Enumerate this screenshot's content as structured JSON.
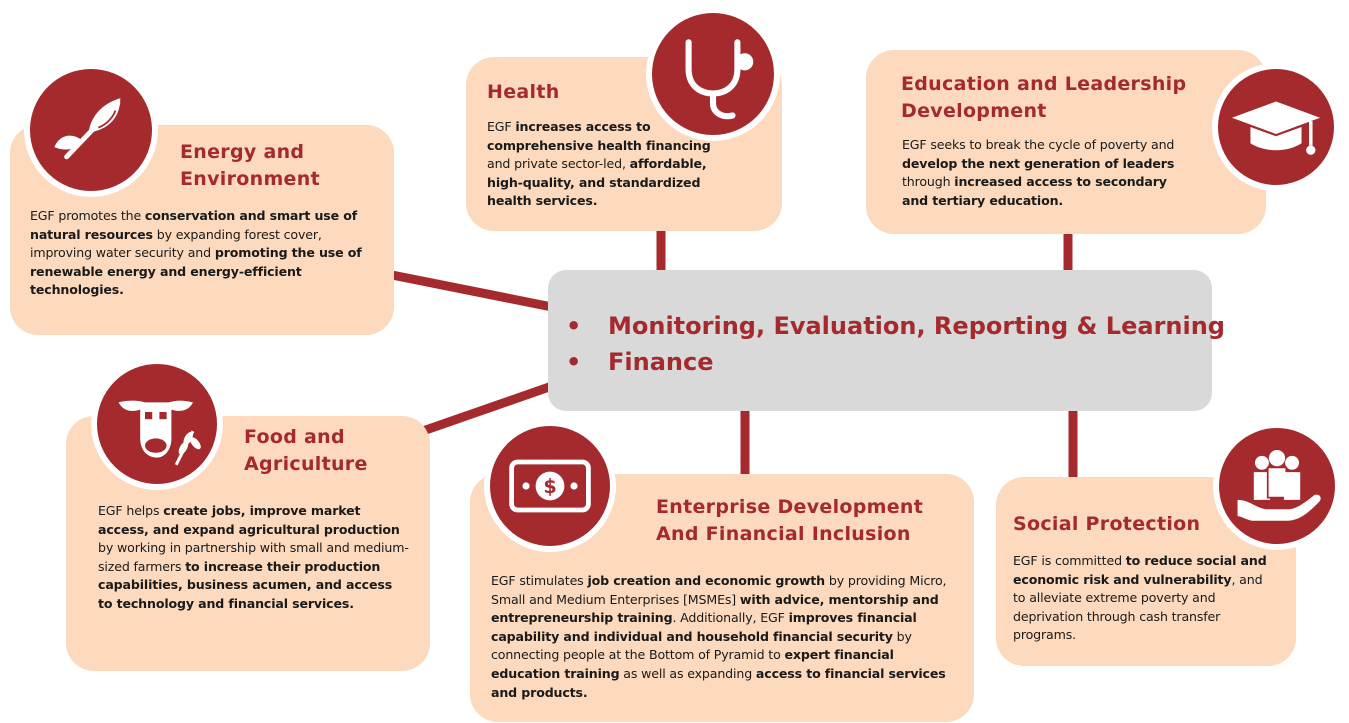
{
  "colors": {
    "accent": "#a52a2e",
    "card_background": "#fdd9bd",
    "center_background": "#d9d9d9",
    "connector": "#a52a2e"
  },
  "center": {
    "items": [
      "Monitoring, Evaluation, Reporting & Learning",
      "Finance"
    ]
  },
  "nodes": {
    "energy": {
      "title": "Energy and\nEnvironment",
      "icon": "leaf-icon",
      "segments": [
        {
          "t": "EGF promotes the ",
          "b": false
        },
        {
          "t": "conservation and smart use of natural resources",
          "b": true
        },
        {
          "t": " by expanding forest cover, improving water security and ",
          "b": false
        },
        {
          "t": "promoting the use of renewable energy and energy-efficient technologies.",
          "b": true
        }
      ]
    },
    "health": {
      "title": "Health",
      "icon": "stethoscope-icon",
      "segments": [
        {
          "t": "EGF ",
          "b": false
        },
        {
          "t": "increases access to comprehensive health financing",
          "b": true
        },
        {
          "t": " and private sector-led, ",
          "b": false
        },
        {
          "t": "affordable, high-quality, and standardized health services.",
          "b": true
        }
      ]
    },
    "education": {
      "title": "Education and Leadership\nDevelopment",
      "icon": "graduation-cap-icon",
      "segments": [
        {
          "t": "EGF seeks to break the cycle of poverty and ",
          "b": false
        },
        {
          "t": "develop the next generation of leaders",
          "b": true
        },
        {
          "t": " through ",
          "b": false
        },
        {
          "t": "increased access to secondary and tertiary education.",
          "b": true
        }
      ]
    },
    "food": {
      "title": "Food and\nAgriculture",
      "icon": "cow-wheat-icon",
      "segments": [
        {
          "t": "EGF helps ",
          "b": false
        },
        {
          "t": "create jobs, improve market access, and expand agricultural production",
          "b": true
        },
        {
          "t": " by working in partnership with small and medium-sized farmers ",
          "b": false
        },
        {
          "t": "to increase their production capabilities, business acumen, and access to technology and financial services.",
          "b": true
        }
      ]
    },
    "enterprise": {
      "title": "Enterprise Development\nAnd Financial Inclusion",
      "icon": "dollar-bill-icon",
      "segments": [
        {
          "t": "EGF stimulates ",
          "b": false
        },
        {
          "t": "job creation and economic growth",
          "b": true
        },
        {
          "t": " by providing Micro, Small and Medium Enterprises [MSMEs] ",
          "b": false
        },
        {
          "t": "with advice, mentorship and entrepreneurship training",
          "b": true
        },
        {
          "t": ". Additionally, EGF ",
          "b": false
        },
        {
          "t": "improves financial capability and individual and household financial security",
          "b": true
        },
        {
          "t": " by connecting people at the Bottom of Pyramid to ",
          "b": false
        },
        {
          "t": "expert financial education training",
          "b": true
        },
        {
          "t": " as well as expanding ",
          "b": false
        },
        {
          "t": "access to financial services and products.",
          "b": true
        }
      ]
    },
    "social": {
      "title": "Social Protection",
      "icon": "people-in-hand-icon",
      "segments": [
        {
          "t": "EGF is committed ",
          "b": false
        },
        {
          "t": "to reduce social and economic risk and vulnerability",
          "b": true
        },
        {
          "t": ", and to alleviate extreme poverty and deprivation through cash transfer programs.",
          "b": false
        }
      ]
    }
  }
}
